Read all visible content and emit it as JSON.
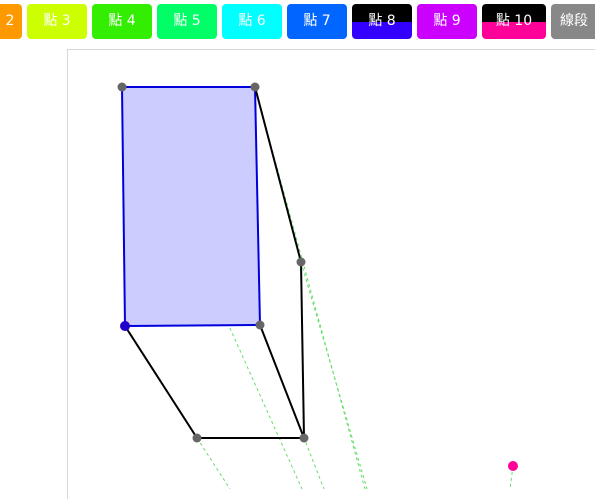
{
  "toolbar": {
    "buttons": [
      {
        "label": "2",
        "color": "#ff9900"
      },
      {
        "label": "點 3",
        "color": "#ccff00"
      },
      {
        "label": "點 4",
        "color": "#33ee00"
      },
      {
        "label": "點 5",
        "color": "#00ff66"
      },
      {
        "label": "點 6",
        "color": "#00ffff"
      },
      {
        "label": "點 7",
        "color": "#0066ff"
      },
      {
        "label": "點 8",
        "color_top": "#000000",
        "color_bottom": "#3300ff"
      },
      {
        "label": "點 9",
        "color": "#cc00ff"
      },
      {
        "label": "點 10",
        "color_top": "#000000",
        "color_bottom": "#ff0099"
      },
      {
        "label": "線段",
        "color": "#888888"
      }
    ]
  },
  "board": {
    "face_fill": "#ccccff",
    "face_stroke": "#0000dd",
    "edge_color": "#000000",
    "guide_color": "#66dd66",
    "point_gray": "#666666",
    "point_blue": "#2200cc",
    "point_pink": "#ff0099"
  }
}
